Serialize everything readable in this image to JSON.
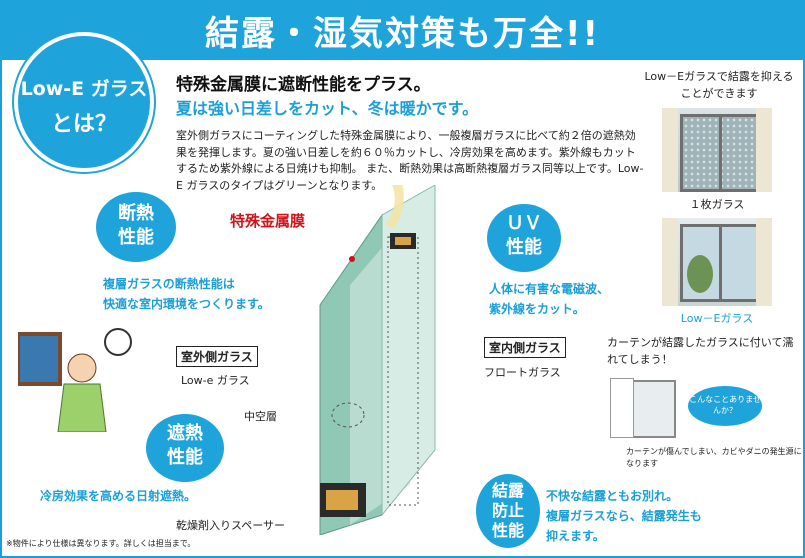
{
  "header": {
    "title": "結露・湿気対策も万全!!"
  },
  "lowe": {
    "line1": "Low-E ガラス",
    "line2": "とは？"
  },
  "intro": {
    "heading1": "特殊金属膜に遮断性能をプラス。",
    "heading2": "夏は強い日差しをカット、冬は暖かです。",
    "body": "室外側ガラスにコーティングした特殊金属膜により、一般複層ガラスに比べて約２倍の遮熱効果を発揮します。夏の強い日差しを約６０％カットし、冷房効果を高めます。紫外線もカットするため紫外線による日焼けも抑制。 また、断熱効果は高断熱複層ガラス同等以上です。Low-E ガラスのタイプはグリーンとなります。"
  },
  "photos": {
    "caption_top": "Low－Eガラスで結露を抑えることができます",
    "caption1": "１枚ガラス",
    "caption2": "Low－Eガラス"
  },
  "features": {
    "insulation": {
      "title": "断熱性能",
      "text1": "複層ガラスの断熱性能は",
      "text2": "快適な室内環境をつくります。"
    },
    "uv": {
      "title": "ＵＶ性能",
      "text1": "人体に有害な電磁波、",
      "text2": "紫外線をカット。"
    },
    "heat": {
      "title": "遮熱性能",
      "text1": "冷房効果を高める日射遮熱。"
    },
    "condensation": {
      "title": "結露防止性能",
      "text1": "不快な結露ともお別れ。",
      "text2": "複層ガラスなら、結露発生も",
      "text3": "抑えます。"
    }
  },
  "diagram": {
    "metal_film": "特殊金属膜",
    "outer_glass": "室外側ガラス",
    "outer_glass_type": "Low-e ガラス",
    "inner_glass": "室内側ガラス",
    "inner_glass_type": "フロートガラス",
    "hollow": "中空層",
    "spacer": "乾燥剤入りスペーサー"
  },
  "trouble": {
    "text": "カーテンが結露したガラスに付いて濡れてしまう！",
    "bubble": "こんなことありませんか？",
    "sub": "カーテンが傷んでしまい、カビやダニの発生源になります"
  },
  "footnote": "※物件により仕様は異なります。詳しくは担当まで。",
  "colors": {
    "accent": "#1fa3db",
    "red": "#d0131b"
  }
}
